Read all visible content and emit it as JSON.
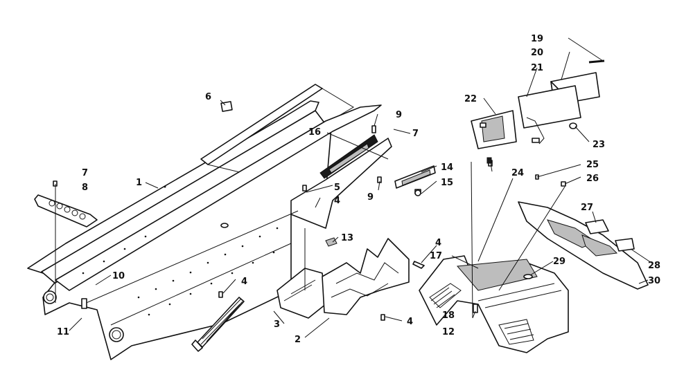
{
  "callouts": {
    "c1": "1",
    "c2": "2",
    "c3": "3",
    "c4a": "4",
    "c4b": "4",
    "c4c": "4",
    "c4d": "4",
    "c5": "5",
    "c6": "6",
    "c7a": "7",
    "c7b": "7",
    "c8": "8",
    "c9a": "9",
    "c9b": "9",
    "c10": "10",
    "c11": "11",
    "c12": "12",
    "c13": "13",
    "c14": "14",
    "c15": "15",
    "c16": "16",
    "c17": "17",
    "c18": "18",
    "c19": "19",
    "c20": "20",
    "c21": "21",
    "c22": "22",
    "c23": "23",
    "c24": "24",
    "c25": "25",
    "c26": "26",
    "c27": "27",
    "c28": "28",
    "c29": "29",
    "c30": "30"
  },
  "colors": {
    "ink": "#111111",
    "background": "#ffffff",
    "shade": "#bdbdbd"
  }
}
